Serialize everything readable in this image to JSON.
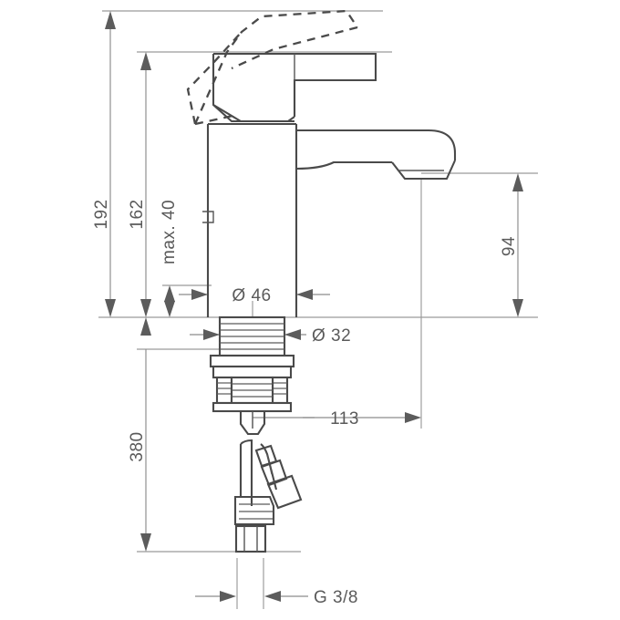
{
  "document": {
    "type": "technical-dimension-drawing",
    "subject": "single-lever basin mixer tap",
    "background_color": "#ffffff",
    "line_color": "#4a4a4a",
    "dimension_color": "#8c8c8c",
    "text_color": "#5a5a5a"
  },
  "dimensions": {
    "overall_height": {
      "label": "192",
      "orientation": "vertical",
      "position": "far-left"
    },
    "handle_clearance_height": {
      "label": "162",
      "orientation": "vertical",
      "position": "left"
    },
    "max_deck_thickness": {
      "label": "max. 40",
      "orientation": "vertical",
      "position": "left-inner"
    },
    "hose_length": {
      "label": "380",
      "orientation": "vertical",
      "position": "left-lower"
    },
    "base_diameter": {
      "label": "Ø 46",
      "orientation": "horizontal",
      "position": "body-base"
    },
    "shank_diameter": {
      "label": "Ø 32",
      "orientation": "horizontal",
      "position": "mounting-shank"
    },
    "spout_projection": {
      "label": "113",
      "orientation": "horizontal",
      "position": "center-right"
    },
    "spout_height": {
      "label": "94",
      "orientation": "vertical",
      "position": "right"
    },
    "thread_size": {
      "label": "G 3/8",
      "orientation": "horizontal",
      "position": "bottom"
    }
  }
}
